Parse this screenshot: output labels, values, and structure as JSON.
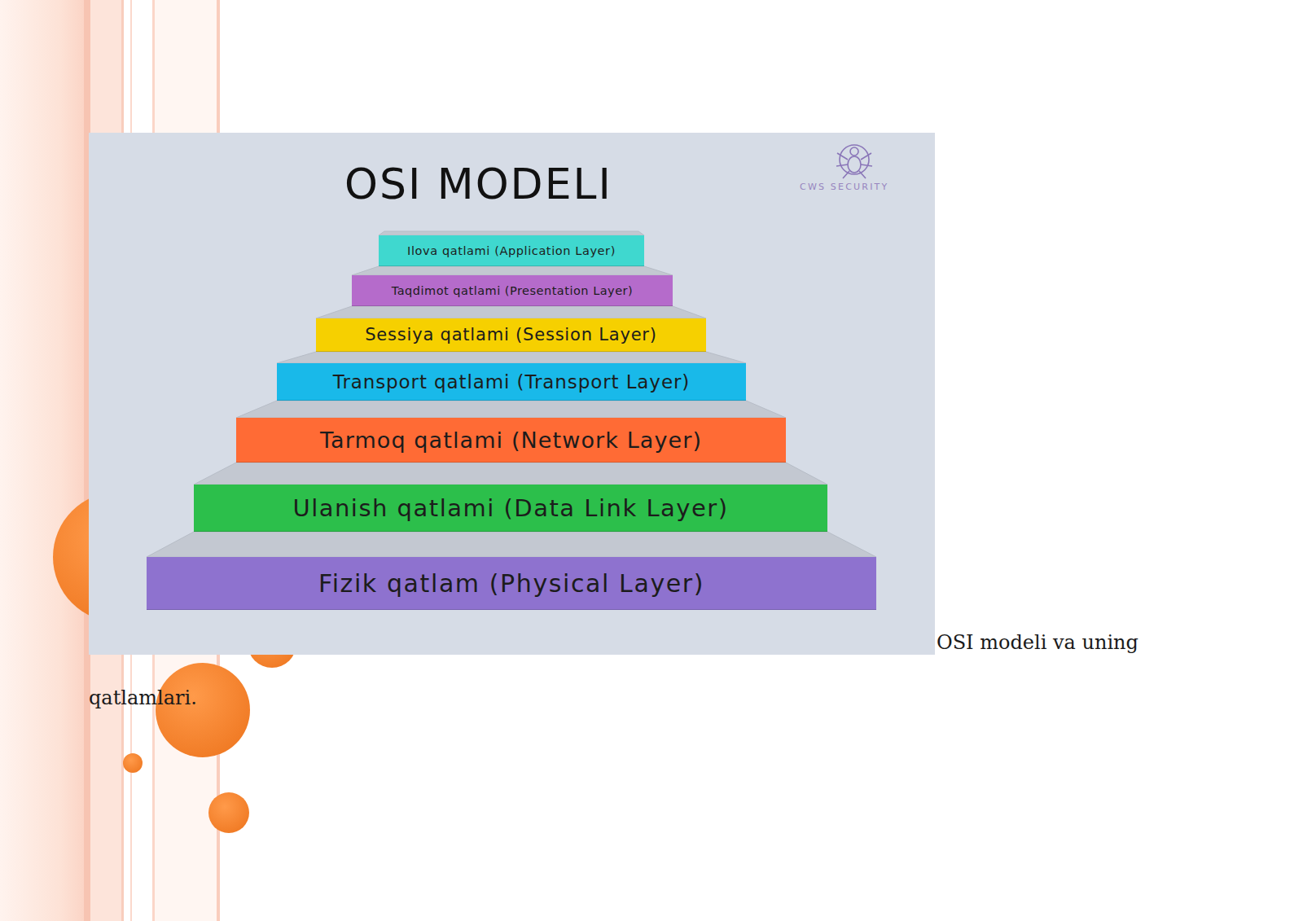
{
  "diagram": {
    "title": "OSI MODELI",
    "caption": "OSI modeli va uning qatlamlari.",
    "nodes": [
      {
        "text": [
          "Ilova qatlami (Application Layer)"
        ]
      },
      {
        "text": [
          "Taqdimot qatlami (Presentation Layer)"
        ]
      },
      {
        "text": [
          "Sessiya qatlami (Session Layer)"
        ]
      },
      {
        "text": [
          "Transport qatlami (Transport Layer)"
        ]
      },
      {
        "text": [
          "Tarmoq qatlami (Network Layer)"
        ]
      },
      {
        "text": [
          "Ulanish qatlami (Data Link Layer)"
        ]
      },
      {
        "text": [
          "Fizik qatlam (Physical Layer)"
        ]
      }
    ],
    "labels": [
      "CWS SECURITY"
    ]
  }
}
